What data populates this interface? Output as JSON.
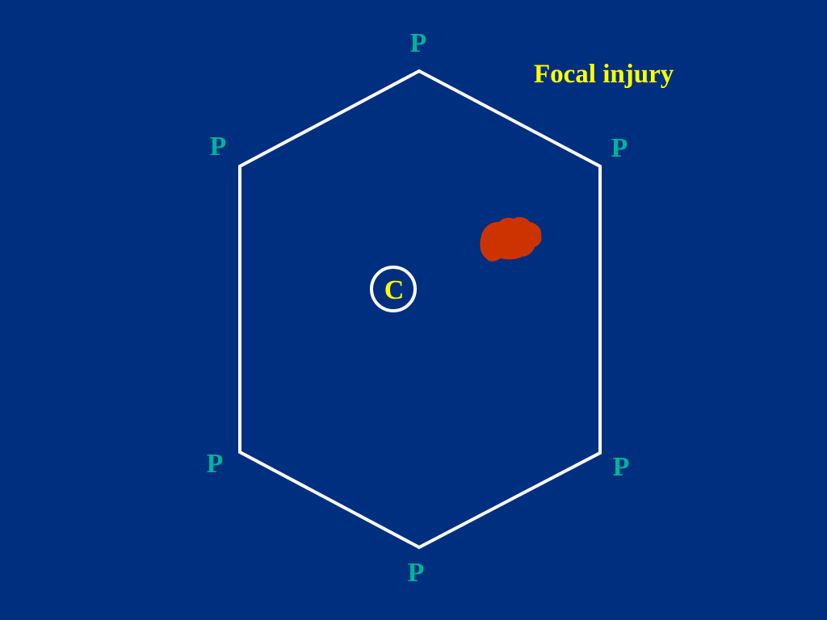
{
  "colors": {
    "background": "#002f80",
    "lobule_outline": "#ffffff",
    "portal_label": "#00b39a",
    "central_label": "#ffff00",
    "title": "#ffff00",
    "injury": "#cc3300"
  },
  "title": "Focal injury",
  "central_vein": {
    "label": "C"
  },
  "portal_tracts": [
    {
      "label": "P"
    },
    {
      "label": "P"
    },
    {
      "label": "P"
    },
    {
      "label": "P"
    },
    {
      "label": "P"
    },
    {
      "label": "P"
    }
  ]
}
